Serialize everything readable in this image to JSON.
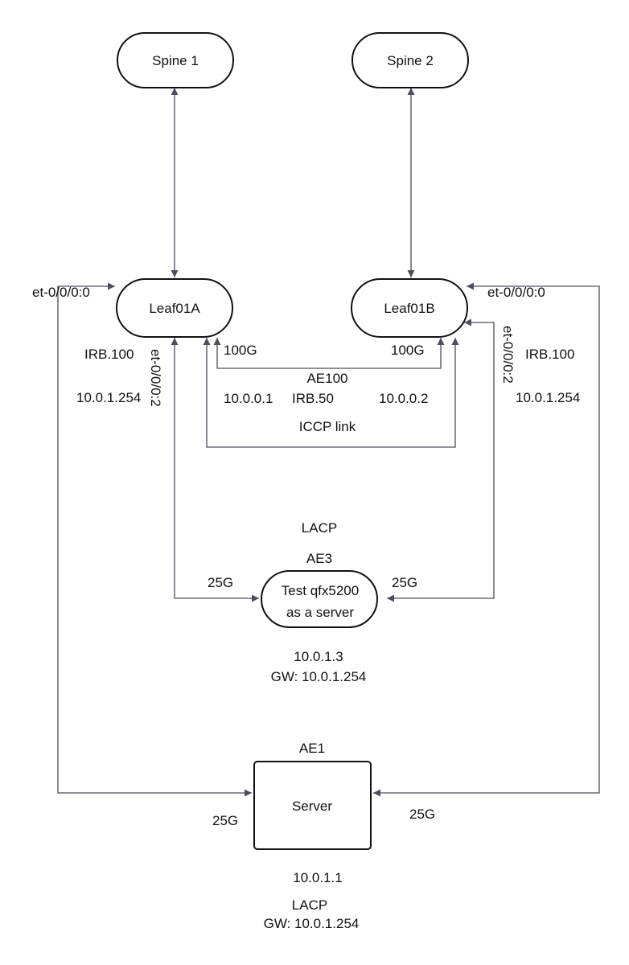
{
  "nodes": {
    "spine1": "Spine 1",
    "spine2": "Spine 2",
    "leaf01a": "Leaf01A",
    "leaf01b": "Leaf01B",
    "test_server": [
      "Test qfx5200",
      "as a server"
    ],
    "server": "Server"
  },
  "labels": {
    "leafa_port": "et-0/0/0:0",
    "leafb_port": "et-0/0/0:0",
    "leafa_irb": "IRB.100",
    "leafa_ip": "10.0.1.254",
    "leafa_et2": "et-0/0/0:2",
    "leafb_et2": "et-0/0/0:2",
    "leafb_irb": "IRB.100",
    "leafb_ip": "10.0.1.254",
    "iccp_speed_a": "100G",
    "iccp_speed_b": "100G",
    "ae100": "AE100",
    "irb50": "IRB.50",
    "ip_a": "10.0.0.1",
    "ip_b": "10.0.0.2",
    "iccp_link": "ICCP link",
    "lacp_test": "LACP",
    "ae3": "AE3",
    "test_speed_a": "25G",
    "test_speed_b": "25G",
    "test_ip": "10.0.1.3",
    "test_gw": "GW: 10.0.1.254",
    "ae1": "AE1",
    "server_speed_a": "25G",
    "server_speed_b": "25G",
    "server_ip": "10.0.1.1",
    "server_lacp": "LACP",
    "server_gw": "GW: 10.0.1.254"
  }
}
